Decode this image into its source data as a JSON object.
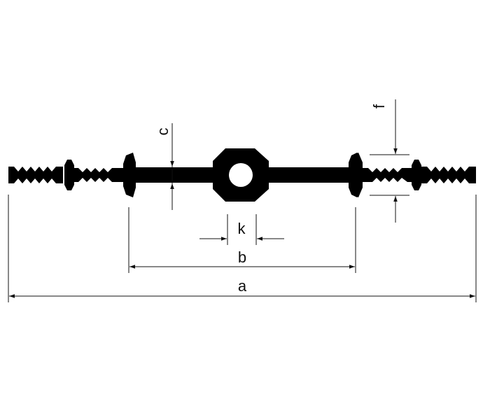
{
  "diagram": {
    "profile_color": "#000000",
    "line_color": "#111111",
    "labels": {
      "a": "a",
      "b": "b",
      "c": "c",
      "f": "f",
      "k": "k"
    }
  }
}
